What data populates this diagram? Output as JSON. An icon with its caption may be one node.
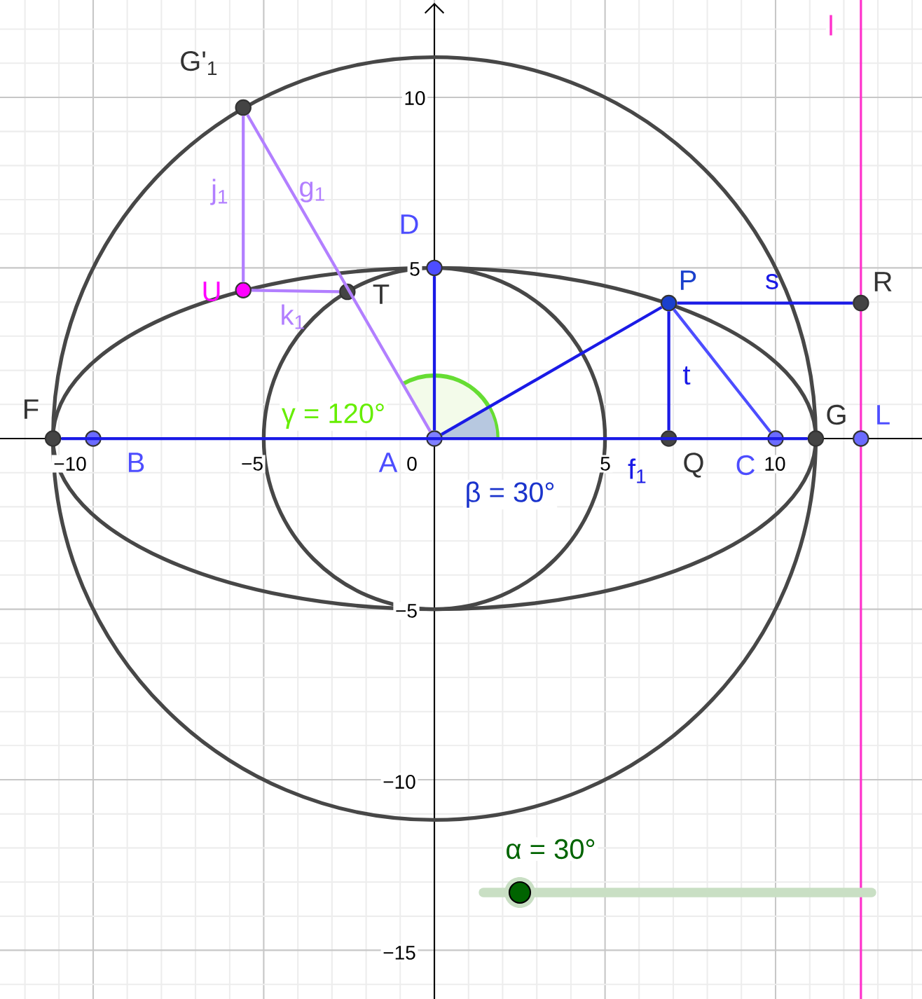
{
  "diagram": {
    "nodes": [
      {
        "text": [
          "G'$_{1}$"
        ]
      },
      {
        "text": [
          "U"
        ]
      },
      {
        "text": [
          "T"
        ]
      },
      {
        "text": [
          "D"
        ]
      },
      {
        "text": [
          "P"
        ]
      },
      {
        "text": [
          "R"
        ]
      },
      {
        "text": [
          "F"
        ]
      },
      {
        "text": [
          "B"
        ]
      },
      {
        "text": [
          "A"
        ]
      },
      {
        "text": [
          "Q"
        ]
      },
      {
        "text": [
          "C"
        ]
      },
      {
        "text": [
          "G"
        ]
      },
      {
        "text": [
          "L"
        ]
      }
    ],
    "edges": [
      {
        "from": 0,
        "to": 8,
        "arrow": "none",
        "label": "g$_{1}$",
        "color": "#b27fff"
      },
      {
        "from": 1,
        "to": 2,
        "arrow": "none",
        "label": "k$_{1}$",
        "color": "#b27fff"
      },
      {
        "from": 1,
        "to": 0,
        "arrow": "none",
        "label": "j$_{1}$",
        "color": "#b27fff"
      },
      {
        "from": 8,
        "to": 3,
        "arrow": "none"
      },
      {
        "from": 8,
        "to": 4,
        "arrow": "none"
      },
      {
        "from": 4,
        "to": 10,
        "arrow": "none",
        "color": "#4d4dff"
      },
      {
        "from": 4,
        "to": 9,
        "arrow": "none",
        "label": "t"
      },
      {
        "from": 4,
        "to": 5,
        "arrow": "none",
        "label": "s"
      },
      {
        "from": 6,
        "to": 11,
        "arrow": "none",
        "label": "f$_{1}$"
      }
    ],
    "labels": [
      "l",
      "10",
      "5",
      "γ = 120°",
      "−10",
      "−5",
      "0",
      "5",
      "10",
      "β = 30°",
      "−5",
      "−10",
      "α = 30°",
      "−15"
    ]
  }
}
